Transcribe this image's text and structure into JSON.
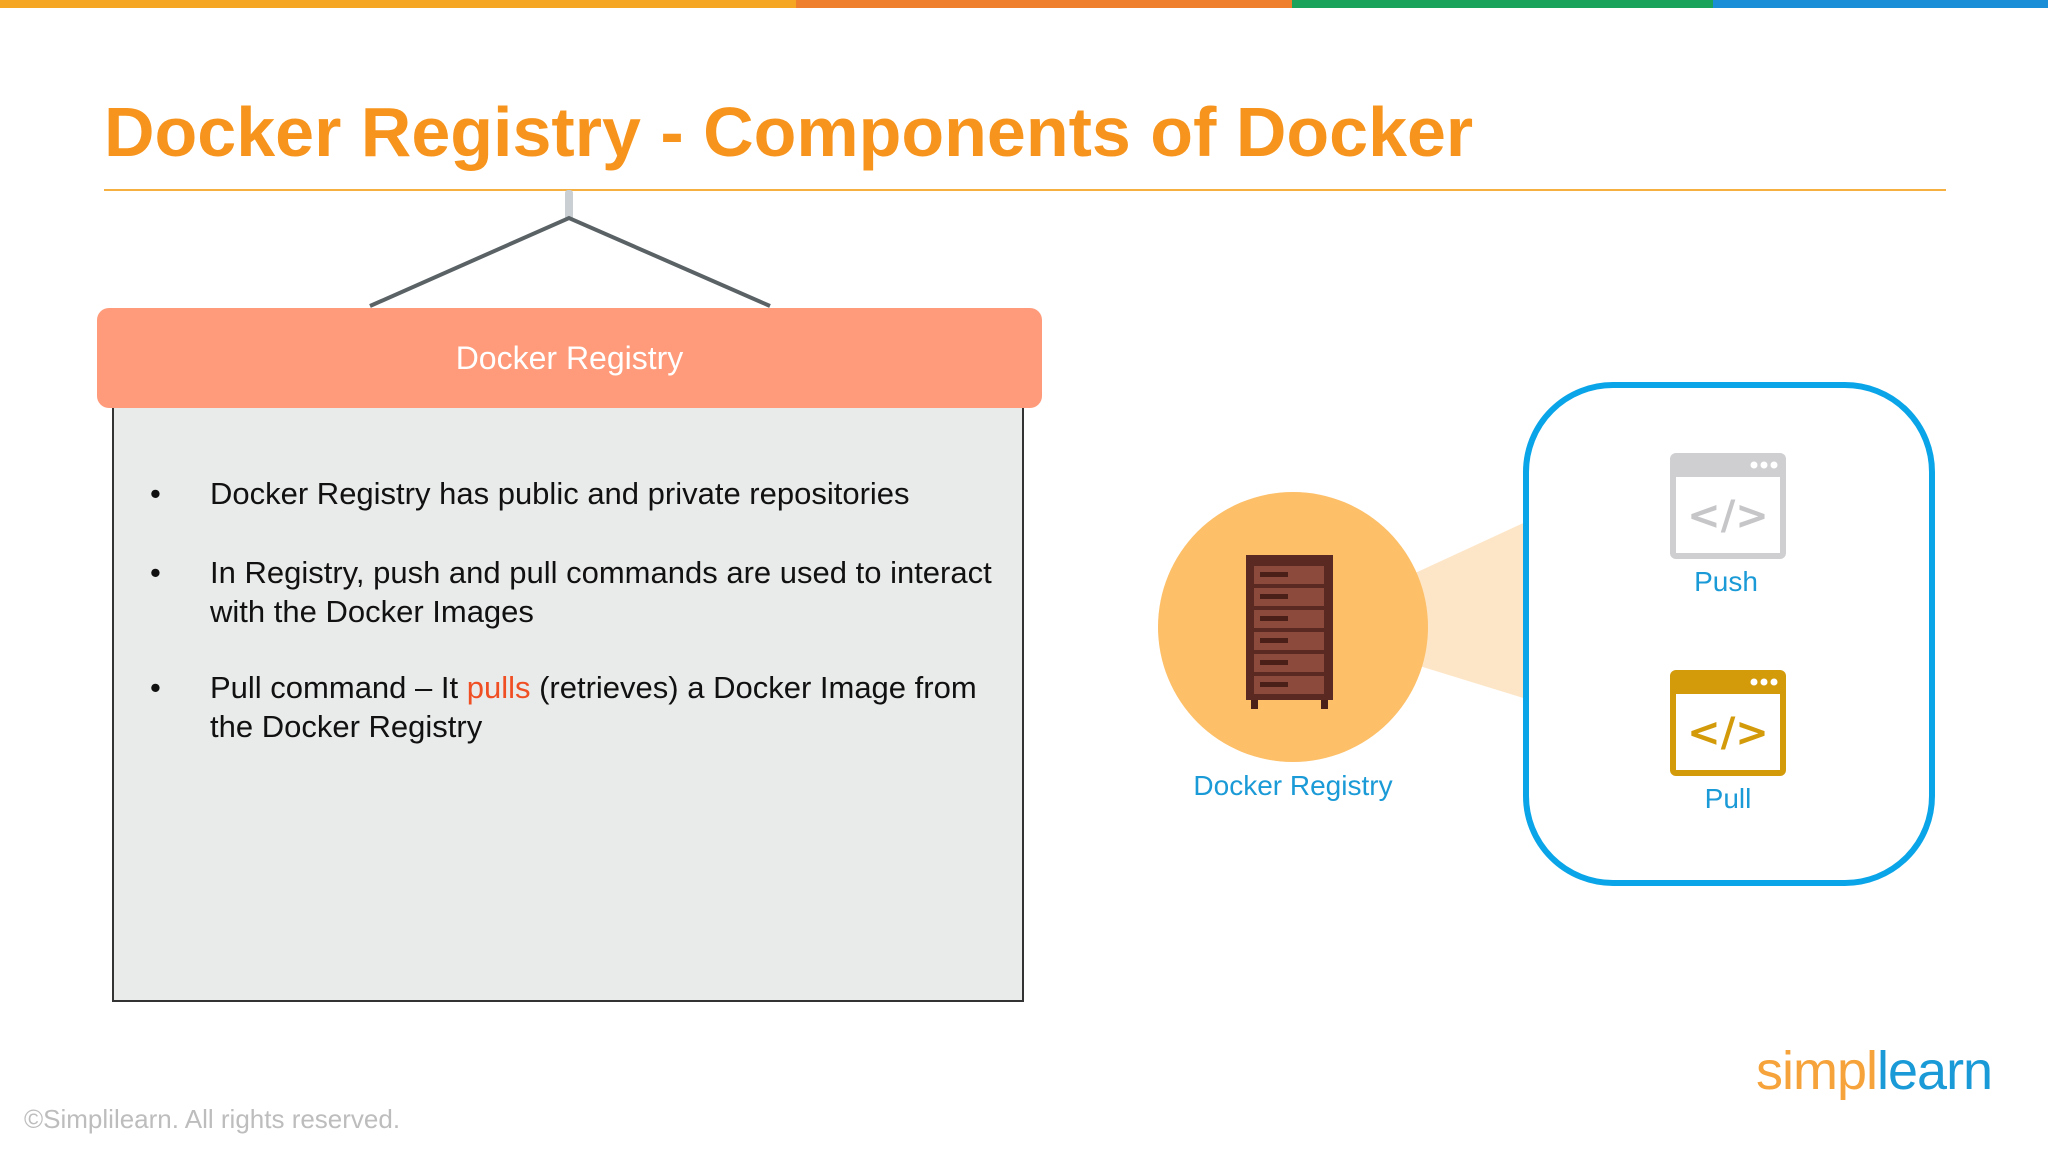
{
  "colors": {
    "bar": [
      "#f5a623",
      "#f07f2d",
      "#1aa35a",
      "#1a8fd8"
    ],
    "title": "#f7941d",
    "header": "#ff9b7a",
    "accent_blue": "#0aa5e8",
    "highlight": "#f04e23"
  },
  "slide": {
    "title": "Docker Registry - Components of Docker",
    "panel_header": "Docker Registry",
    "bullets": [
      {
        "text": "Docker Registry has public and private repositories"
      },
      {
        "text": "In Registry, push and pull commands are used to interact with the Docker Images"
      },
      {
        "pre": "Pull command – It ",
        "highlight": "pulls",
        "post": " (retrieves) a Docker Image from the Docker Registry"
      }
    ]
  },
  "diagram": {
    "registry_label": "Docker Registry",
    "push_label": "Push",
    "pull_label": "Pull"
  },
  "footer": {
    "copyright": "©Simplilearn. All rights reserved.",
    "logo_part1": "simpl",
    "logo_part2": "learn"
  }
}
